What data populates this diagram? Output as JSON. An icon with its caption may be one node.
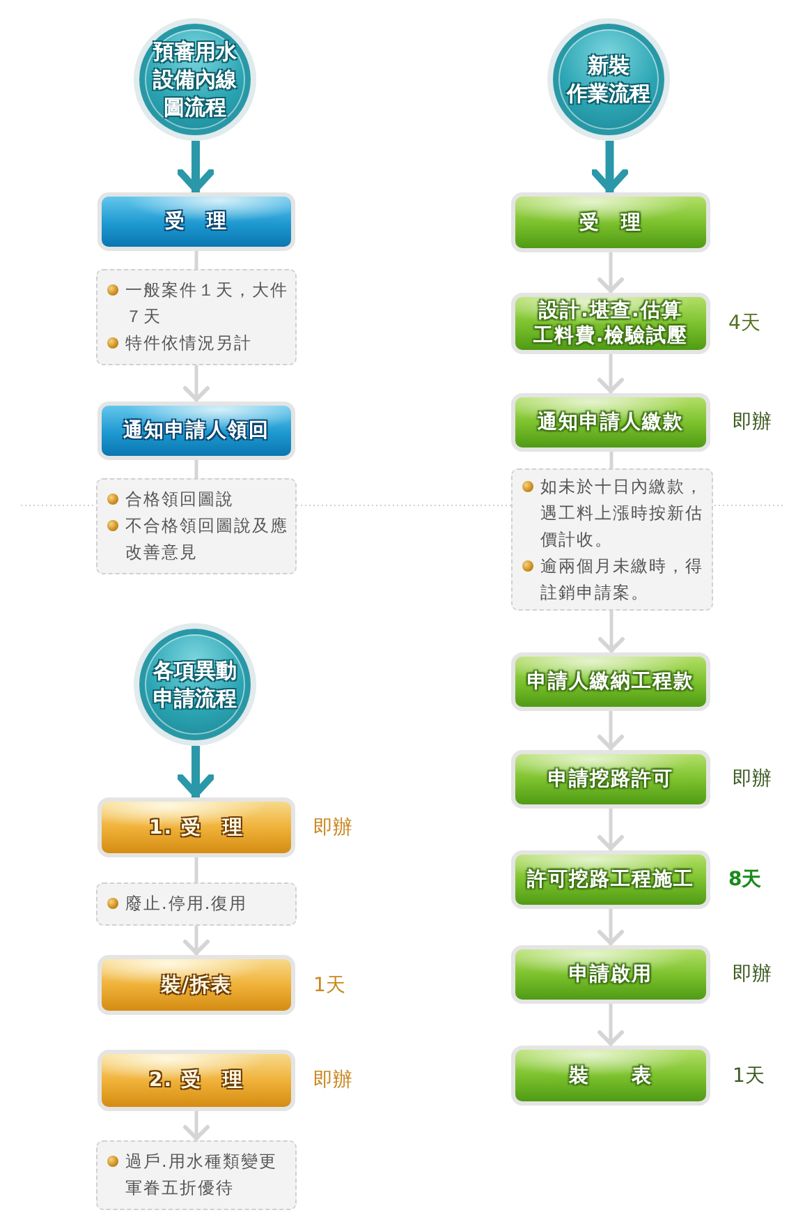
{
  "diagram": {
    "nodes": [
      {
        "text": [
          "預審用水設備內線圖流程"
        ]
      },
      {
        "text": [
          "受　理"
        ]
      },
      {
        "text": [
          "一般案件１天，大件７天",
          "特件依情況另計"
        ]
      },
      {
        "text": [
          "通知申請人領回"
        ]
      },
      {
        "text": [
          "合格領回圖說",
          "不合格領回圖說及應改善意見"
        ]
      },
      {
        "text": [
          "新裝",
          "作業流程"
        ]
      },
      {
        "text": [
          "受　理"
        ]
      },
      {
        "text": [
          "設計.堪查.估算工料費.檢驗試壓"
        ],
        "beside": [
          "4天"
        ]
      },
      {
        "text": [
          "通知申請人繳款"
        ],
        "beside": [
          "即辦"
        ]
      },
      {
        "text": [
          "如未於十日內繳款，遇工料上漲時按新估價計收。",
          "逾兩個月未繳時，得註銷申請案。"
        ]
      },
      {
        "text": [
          "申請人繳納工程款"
        ]
      },
      {
        "text": [
          "申請挖路許可"
        ],
        "beside": [
          "即辦"
        ]
      },
      {
        "text": [
          "許可挖路工程施工"
        ],
        "beside": [
          "8天"
        ]
      },
      {
        "text": [
          "申請啟用"
        ],
        "beside": [
          "即辦"
        ]
      },
      {
        "text": [
          "裝　　表"
        ],
        "beside": [
          "1天"
        ]
      },
      {
        "text": [
          "各項異動申請流程"
        ]
      },
      {
        "text": [
          "1. 受　理"
        ],
        "beside": [
          "即辦"
        ]
      },
      {
        "text": [
          "廢止.停用.復用"
        ]
      },
      {
        "text": [
          "裝/拆表"
        ],
        "beside": [
          "1天"
        ]
      },
      {
        "text": [
          "2. 受　理"
        ],
        "beside": [
          "即辦"
        ]
      },
      {
        "text": [
          "過戶.用水種類變更軍眷五折優待"
        ]
      }
    ],
    "edges": [
      {
        "from": 0,
        "to": 1,
        "arrow": "to",
        "style": "thick",
        "color": "#2a98a8"
      },
      {
        "from": 1,
        "to": 2,
        "arrow": "none"
      },
      {
        "from": 2,
        "to": 3,
        "arrow": "to"
      },
      {
        "from": 3,
        "to": 4,
        "arrow": "none"
      },
      {
        "from": 5,
        "to": 6,
        "arrow": "to",
        "style": "thick",
        "color": "#2a98a8"
      },
      {
        "from": 6,
        "to": 7,
        "arrow": "to"
      },
      {
        "from": 7,
        "to": 8,
        "arrow": "to"
      },
      {
        "from": 8,
        "to": 9,
        "arrow": "none"
      },
      {
        "from": 9,
        "to": 10,
        "arrow": "to"
      },
      {
        "from": 10,
        "to": 11,
        "arrow": "to"
      },
      {
        "from": 11,
        "to": 12,
        "arrow": "to"
      },
      {
        "from": 12,
        "to": 13,
        "arrow": "to"
      },
      {
        "from": 13,
        "to": 14,
        "arrow": "to"
      },
      {
        "from": 15,
        "to": 16,
        "arrow": "to",
        "style": "thick",
        "color": "#2a98a8"
      },
      {
        "from": 16,
        "to": 17,
        "arrow": "none"
      },
      {
        "from": 17,
        "to": 18,
        "arrow": "to"
      },
      {
        "from": 19,
        "to": 20,
        "arrow": "to"
      }
    ]
  }
}
